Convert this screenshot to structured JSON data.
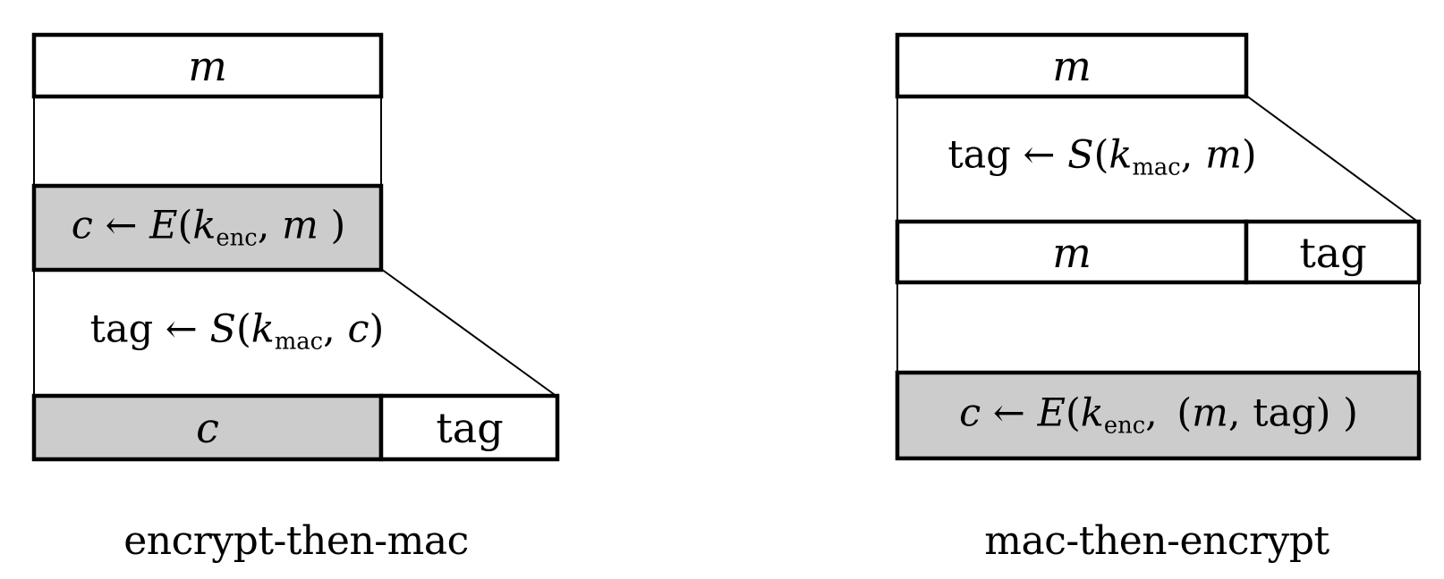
{
  "colors": {
    "stroke": "#000000",
    "shaded_fill": "#cccccc",
    "box_fill": "#ffffff",
    "background": "#ffffff"
  },
  "left_diagram": {
    "label": "encrypt-then-mac",
    "message_box": "m",
    "encrypt_step": [
      {
        "t": "c",
        "it": true
      },
      {
        "t": " ← "
      },
      {
        "t": "E",
        "it": true
      },
      {
        "t": "("
      },
      {
        "t": "k",
        "it": true
      },
      {
        "t": "enc",
        "sub": true
      },
      {
        "t": ", "
      },
      {
        "t": "m",
        "it": true
      },
      {
        "t": " )"
      }
    ],
    "mac_step": [
      {
        "t": "tag"
      },
      {
        "t": " ← "
      },
      {
        "t": "S",
        "it": true
      },
      {
        "t": "("
      },
      {
        "t": "k",
        "it": true
      },
      {
        "t": "mac",
        "sub": true
      },
      {
        "t": ", "
      },
      {
        "t": "c",
        "it": true
      },
      {
        "t": ")"
      }
    ],
    "output_cipher": "c",
    "output_tag": "tag"
  },
  "right_diagram": {
    "label": "mac-then-encrypt",
    "message_box": "m",
    "mac_step": [
      {
        "t": "tag"
      },
      {
        "t": " ← "
      },
      {
        "t": "S",
        "it": true
      },
      {
        "t": "("
      },
      {
        "t": "k",
        "it": true
      },
      {
        "t": "mac",
        "sub": true
      },
      {
        "t": ", "
      },
      {
        "t": "m",
        "it": true
      },
      {
        "t": ")"
      }
    ],
    "row_message": "m",
    "row_tag": "tag",
    "encrypt_step": [
      {
        "t": "c",
        "it": true
      },
      {
        "t": " ← "
      },
      {
        "t": "E",
        "it": true
      },
      {
        "t": "("
      },
      {
        "t": "k",
        "it": true
      },
      {
        "t": "enc",
        "sub": true
      },
      {
        "t": ", ("
      },
      {
        "t": "m",
        "it": true
      },
      {
        "t": ", tag) )"
      }
    ]
  }
}
